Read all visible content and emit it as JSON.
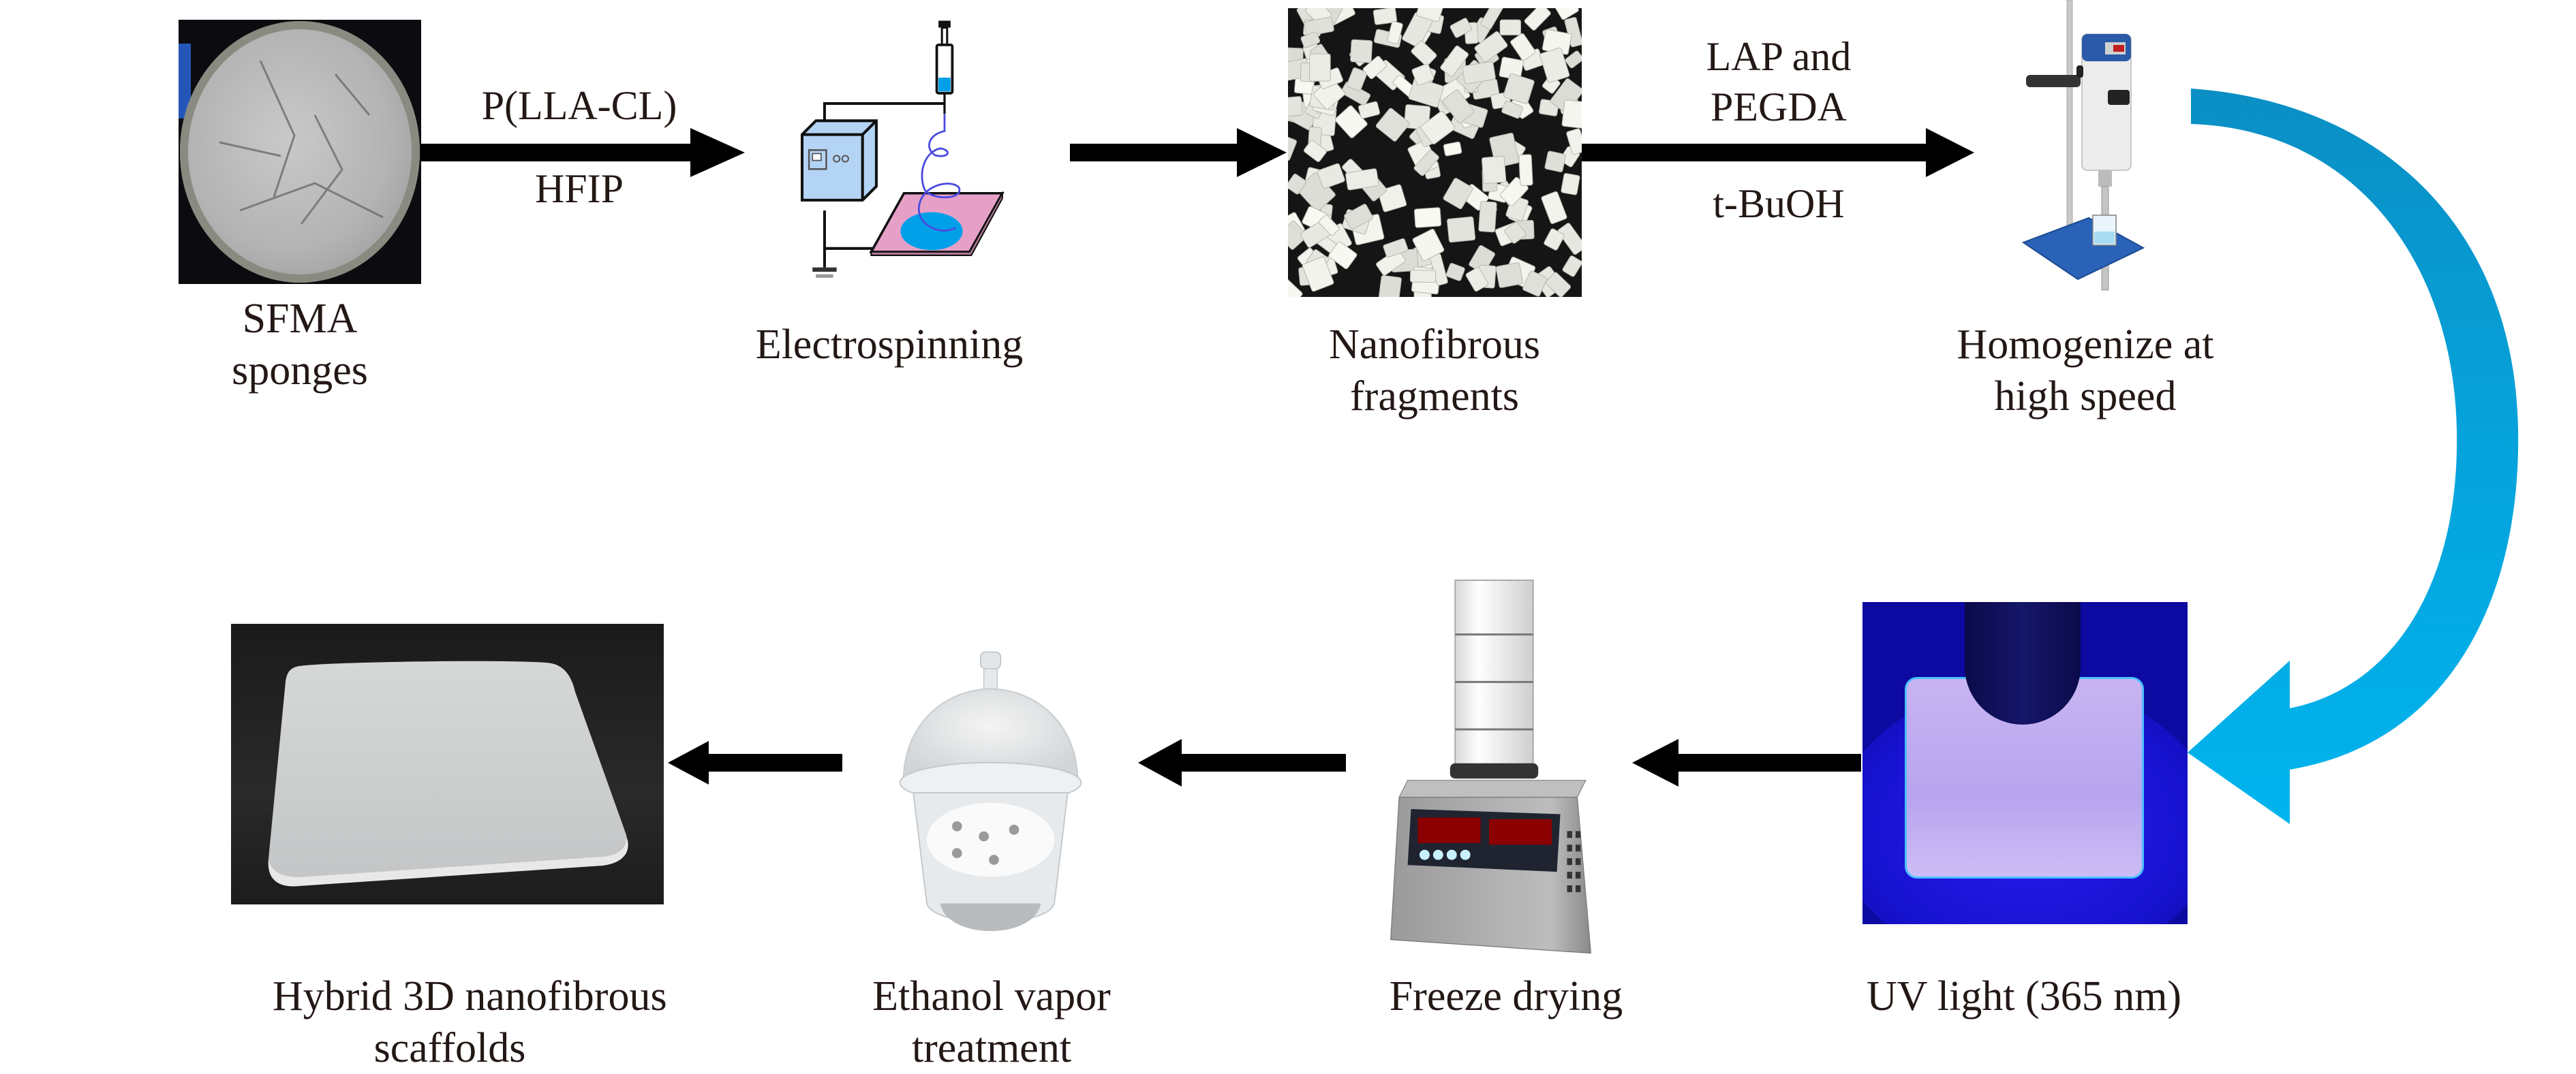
{
  "figure": {
    "title": "Fabrication process of hybrid 3D nanofibrous scaffolds",
    "steps": [
      {
        "id": "sfma",
        "label_lines": [
          "SFMA",
          "sponges"
        ],
        "image": "sfma-sponge-photo"
      },
      {
        "id": "electrospinning",
        "label_lines": [
          "Electrospinning"
        ],
        "image": "electrospinning-apparatus-icon"
      },
      {
        "id": "fragments",
        "label_lines": [
          "Nanofibrous",
          "fragments"
        ],
        "image": "nanofibrous-fragments-photo"
      },
      {
        "id": "homogenize",
        "label_lines": [
          "Homogenize at",
          "high speed"
        ],
        "image": "homogenizer-icon"
      },
      {
        "id": "uv",
        "label_lines": [
          "UV light (365 nm)"
        ],
        "image": "uv-crosslinking-photo"
      },
      {
        "id": "freeze",
        "label_lines": [
          "Freeze drying"
        ],
        "image": "freeze-dryer-icon"
      },
      {
        "id": "ethanol",
        "label_lines": [
          "Ethanol vapor",
          "treatment"
        ],
        "image": "desiccator-icon"
      },
      {
        "id": "scaffold",
        "label_lines": [
          "Hybrid 3D nanofibrous",
          "scaffolds"
        ],
        "image": "scaffold-photo"
      }
    ],
    "arrows": [
      {
        "from": "sfma",
        "to": "electrospinning",
        "above": [
          "P(LLA-CL)"
        ],
        "below": [
          "HFIP"
        ]
      },
      {
        "from": "electrospinning",
        "to": "fragments",
        "above": [],
        "below": []
      },
      {
        "from": "fragments",
        "to": "homogenize",
        "above": [
          "LAP and",
          "PEGDA"
        ],
        "below": [
          "t-BuOH"
        ]
      },
      {
        "from": "homogenize",
        "to": "uv",
        "style": "curved"
      },
      {
        "from": "uv",
        "to": "freeze"
      },
      {
        "from": "freeze",
        "to": "ethanol"
      },
      {
        "from": "ethanol",
        "to": "scaffold"
      }
    ],
    "colors": {
      "arrow": "#000000",
      "curved_arrow_top": "#0a8fc4",
      "curved_arrow_bottom": "#00b0ec",
      "uv_glow": "#1a10e0",
      "text": "#231815"
    }
  }
}
